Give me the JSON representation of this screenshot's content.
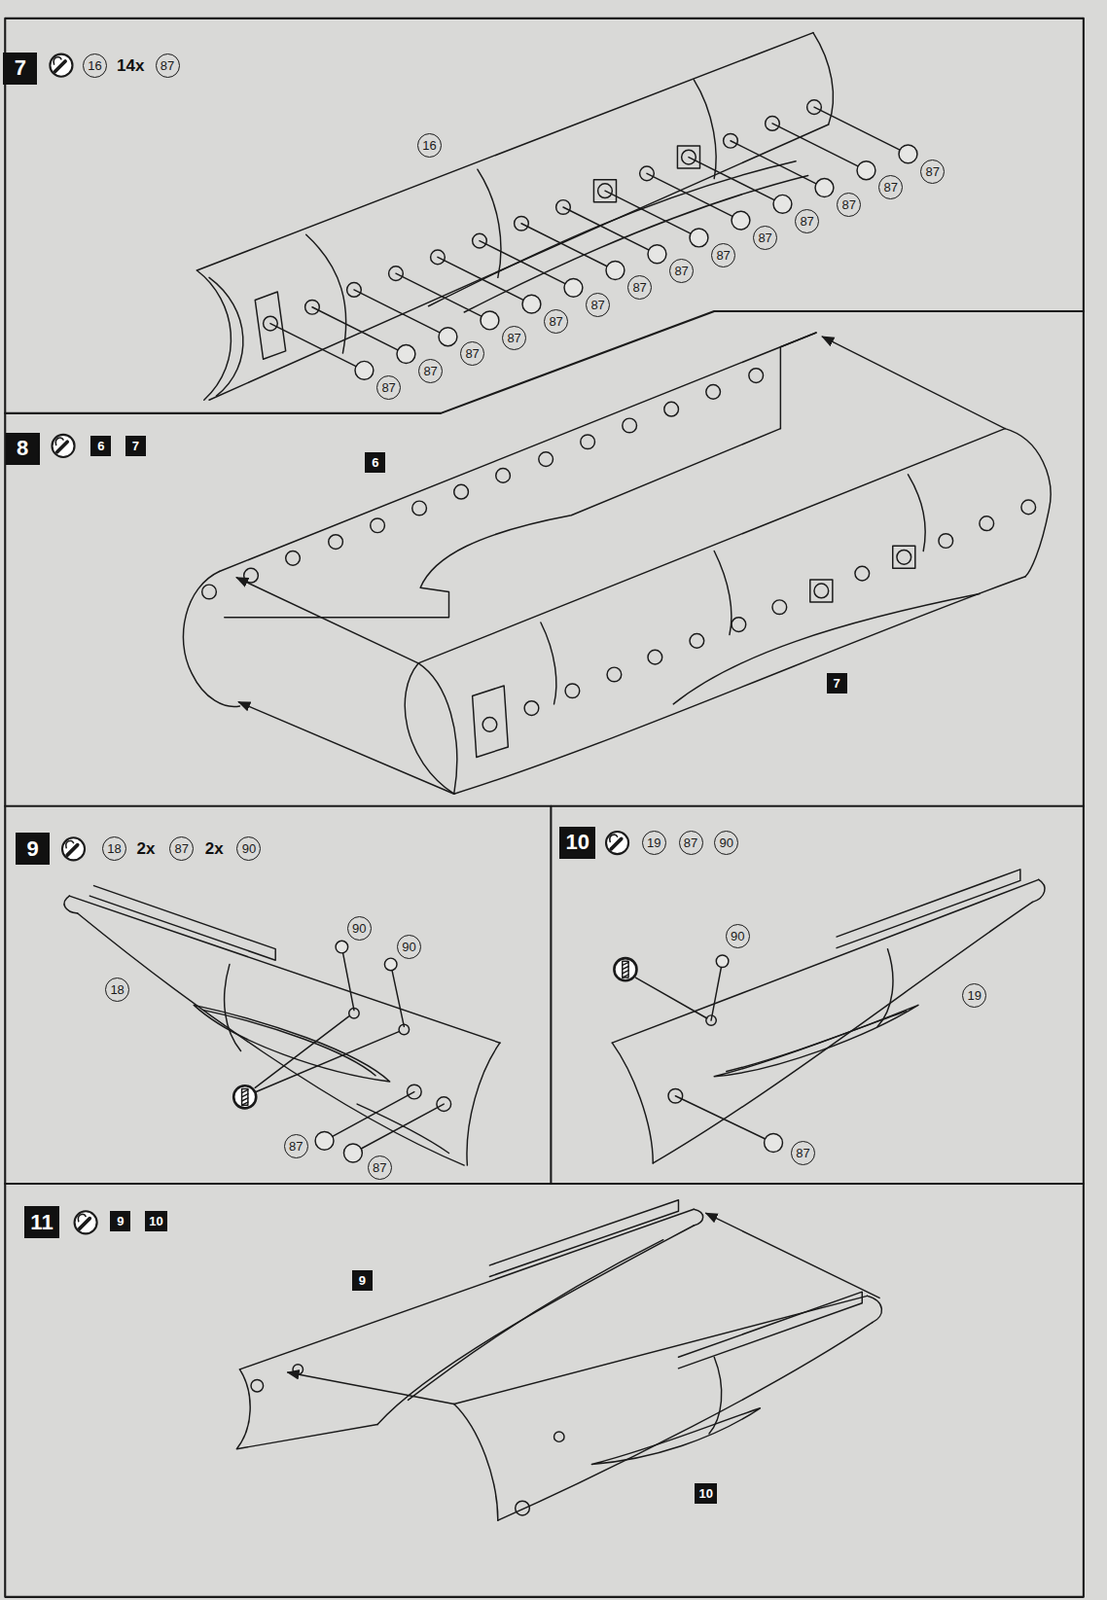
{
  "diagram": {
    "nodes": [
      {
        "text": [
          "7"
        ]
      },
      {
        "text": [
          "16"
        ]
      },
      {
        "text": [
          "87"
        ]
      },
      {
        "text": [
          "16"
        ]
      },
      {
        "text": [
          "87"
        ]
      },
      {
        "text": [
          "87"
        ]
      },
      {
        "text": [
          "87"
        ]
      },
      {
        "text": [
          "87"
        ]
      },
      {
        "text": [
          "87"
        ]
      },
      {
        "text": [
          "87"
        ]
      },
      {
        "text": [
          "87"
        ]
      },
      {
        "text": [
          "87"
        ]
      },
      {
        "text": [
          "87"
        ]
      },
      {
        "text": [
          "87"
        ]
      },
      {
        "text": [
          "87"
        ]
      },
      {
        "text": [
          "87"
        ]
      },
      {
        "text": [
          "87"
        ]
      },
      {
        "text": [
          "87"
        ]
      },
      {
        "text": [
          "8"
        ]
      },
      {
        "text": [
          "6"
        ]
      },
      {
        "text": [
          "7"
        ]
      },
      {
        "text": [
          "6"
        ]
      },
      {
        "text": [
          "7"
        ]
      },
      {
        "text": [
          "9"
        ]
      },
      {
        "text": [
          "18"
        ]
      },
      {
        "text": [
          "87"
        ]
      },
      {
        "text": [
          "90"
        ]
      },
      {
        "text": [
          "18"
        ]
      },
      {
        "text": [
          "90"
        ]
      },
      {
        "text": [
          "90"
        ]
      },
      {
        "text": [
          "87"
        ]
      },
      {
        "text": [
          "87"
        ]
      },
      {
        "text": [
          "10"
        ]
      },
      {
        "text": [
          "19"
        ]
      },
      {
        "text": [
          "87"
        ]
      },
      {
        "text": [
          "90"
        ]
      },
      {
        "text": [
          "90"
        ]
      },
      {
        "text": [
          "19"
        ]
      },
      {
        "text": [
          "87"
        ]
      },
      {
        "text": [
          "11"
        ]
      },
      {
        "text": [
          "9"
        ]
      },
      {
        "text": [
          "10"
        ]
      },
      {
        "text": [
          "9"
        ]
      },
      {
        "text": [
          "10"
        ]
      }
    ],
    "labels": [
      "14x",
      "2x",
      "2x"
    ]
  }
}
